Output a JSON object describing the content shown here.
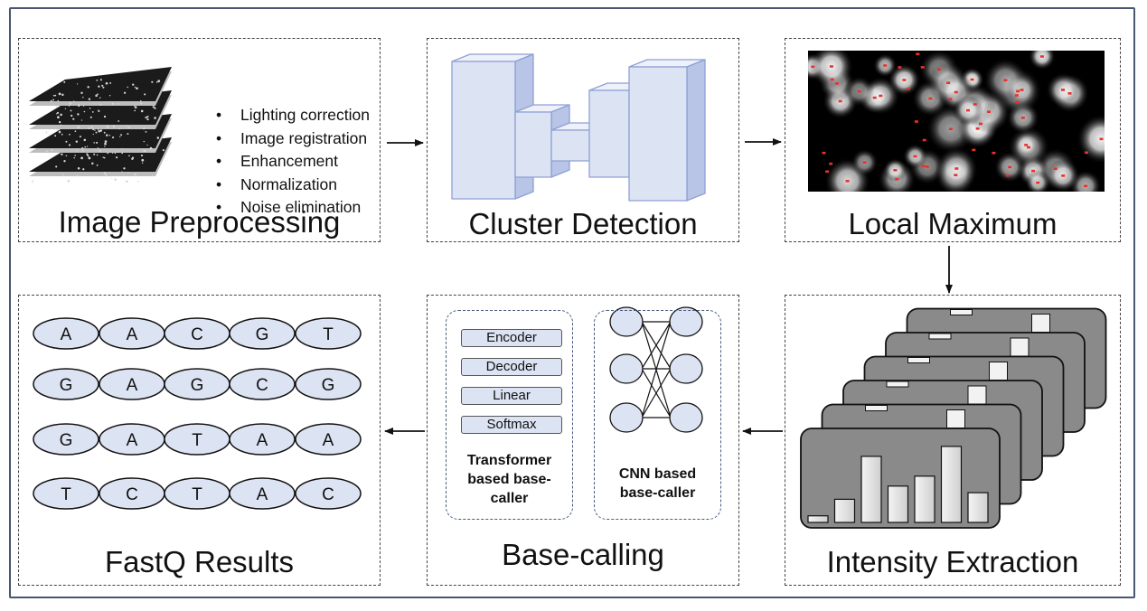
{
  "panels": {
    "image_preprocessing": {
      "title": "Image Preprocessing",
      "steps": [
        "Lighting correction",
        "Image registration",
        "Enhancement",
        "Normalization",
        "Noise elimination"
      ]
    },
    "cluster_detection": {
      "title": "Cluster Detection"
    },
    "local_maximum": {
      "title": "Local Maximum"
    },
    "intensity_extraction": {
      "title": "Intensity Extraction",
      "bar_levels": [
        0.1,
        0.35,
        1.0,
        0.55,
        0.7,
        1.15,
        0.45
      ]
    },
    "base_calling": {
      "title": "Base-calling",
      "transformer": {
        "layers": [
          "Encoder",
          "Decoder",
          "Linear",
          "Softmax"
        ],
        "label_lines": [
          "Transformer",
          "based base-",
          "caller"
        ]
      },
      "cnn": {
        "label_lines": [
          "CNN based",
          "base-caller"
        ]
      }
    },
    "fastq_results": {
      "title": "FastQ Results",
      "reads": [
        [
          "A",
          "A",
          "C",
          "G",
          "T"
        ],
        [
          "G",
          "A",
          "G",
          "C",
          "G"
        ],
        [
          "G",
          "A",
          "T",
          "A",
          "A"
        ],
        [
          "T",
          "C",
          "T",
          "A",
          "C"
        ]
      ]
    }
  },
  "colors": {
    "frame": "#4a5570",
    "box_fill": "#dce3f3",
    "box_stroke": "#8ea0d4",
    "peak_dot": "#e8322a",
    "card_fill": "#8a8a8a"
  }
}
